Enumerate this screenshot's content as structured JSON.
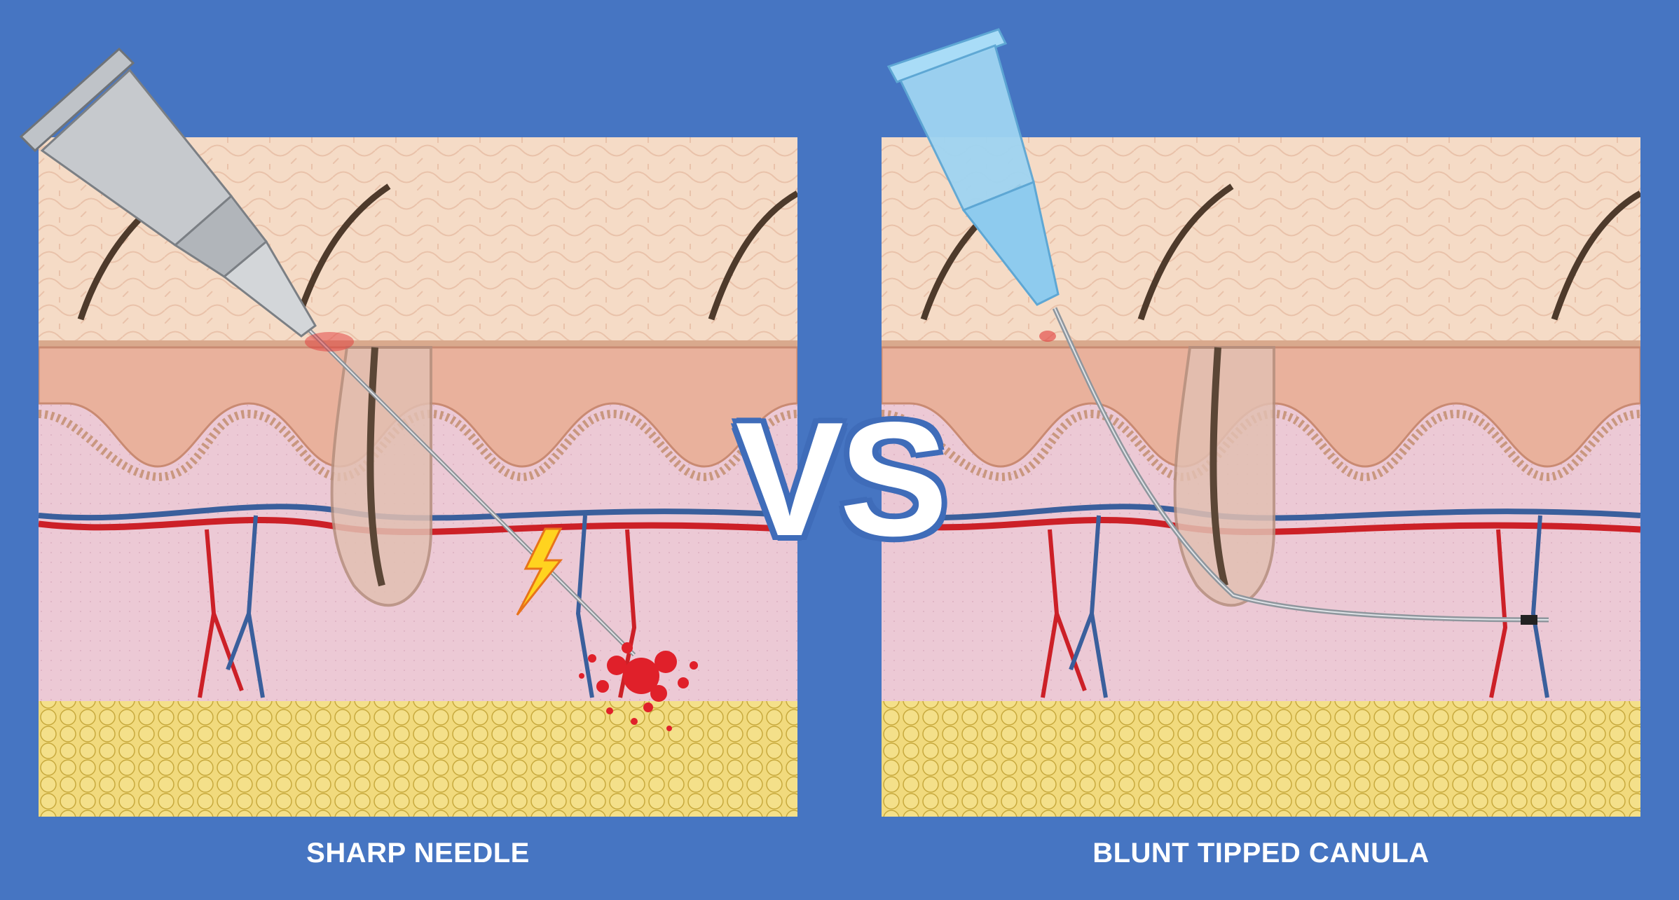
{
  "left_panel": {
    "caption": "SHARP NEEDLE",
    "tool_icon": "sharp-needle-icon",
    "effect_icons": [
      "lightning-icon",
      "blood-splatter-icon"
    ]
  },
  "right_panel": {
    "caption": "BLUNT TIPPED CANULA",
    "tool_icon": "blunt-cannula-icon"
  },
  "center": {
    "label": "VS"
  },
  "colors": {
    "background": "#4675c2",
    "epidermis": "#f3d7c2",
    "dermis": "#e9c7d2",
    "fat": "#efd77a",
    "artery": "#cc2027",
    "vein": "#3a5f9c",
    "blood": "#e0202a",
    "cannula_hub": "#9fd4f2"
  }
}
